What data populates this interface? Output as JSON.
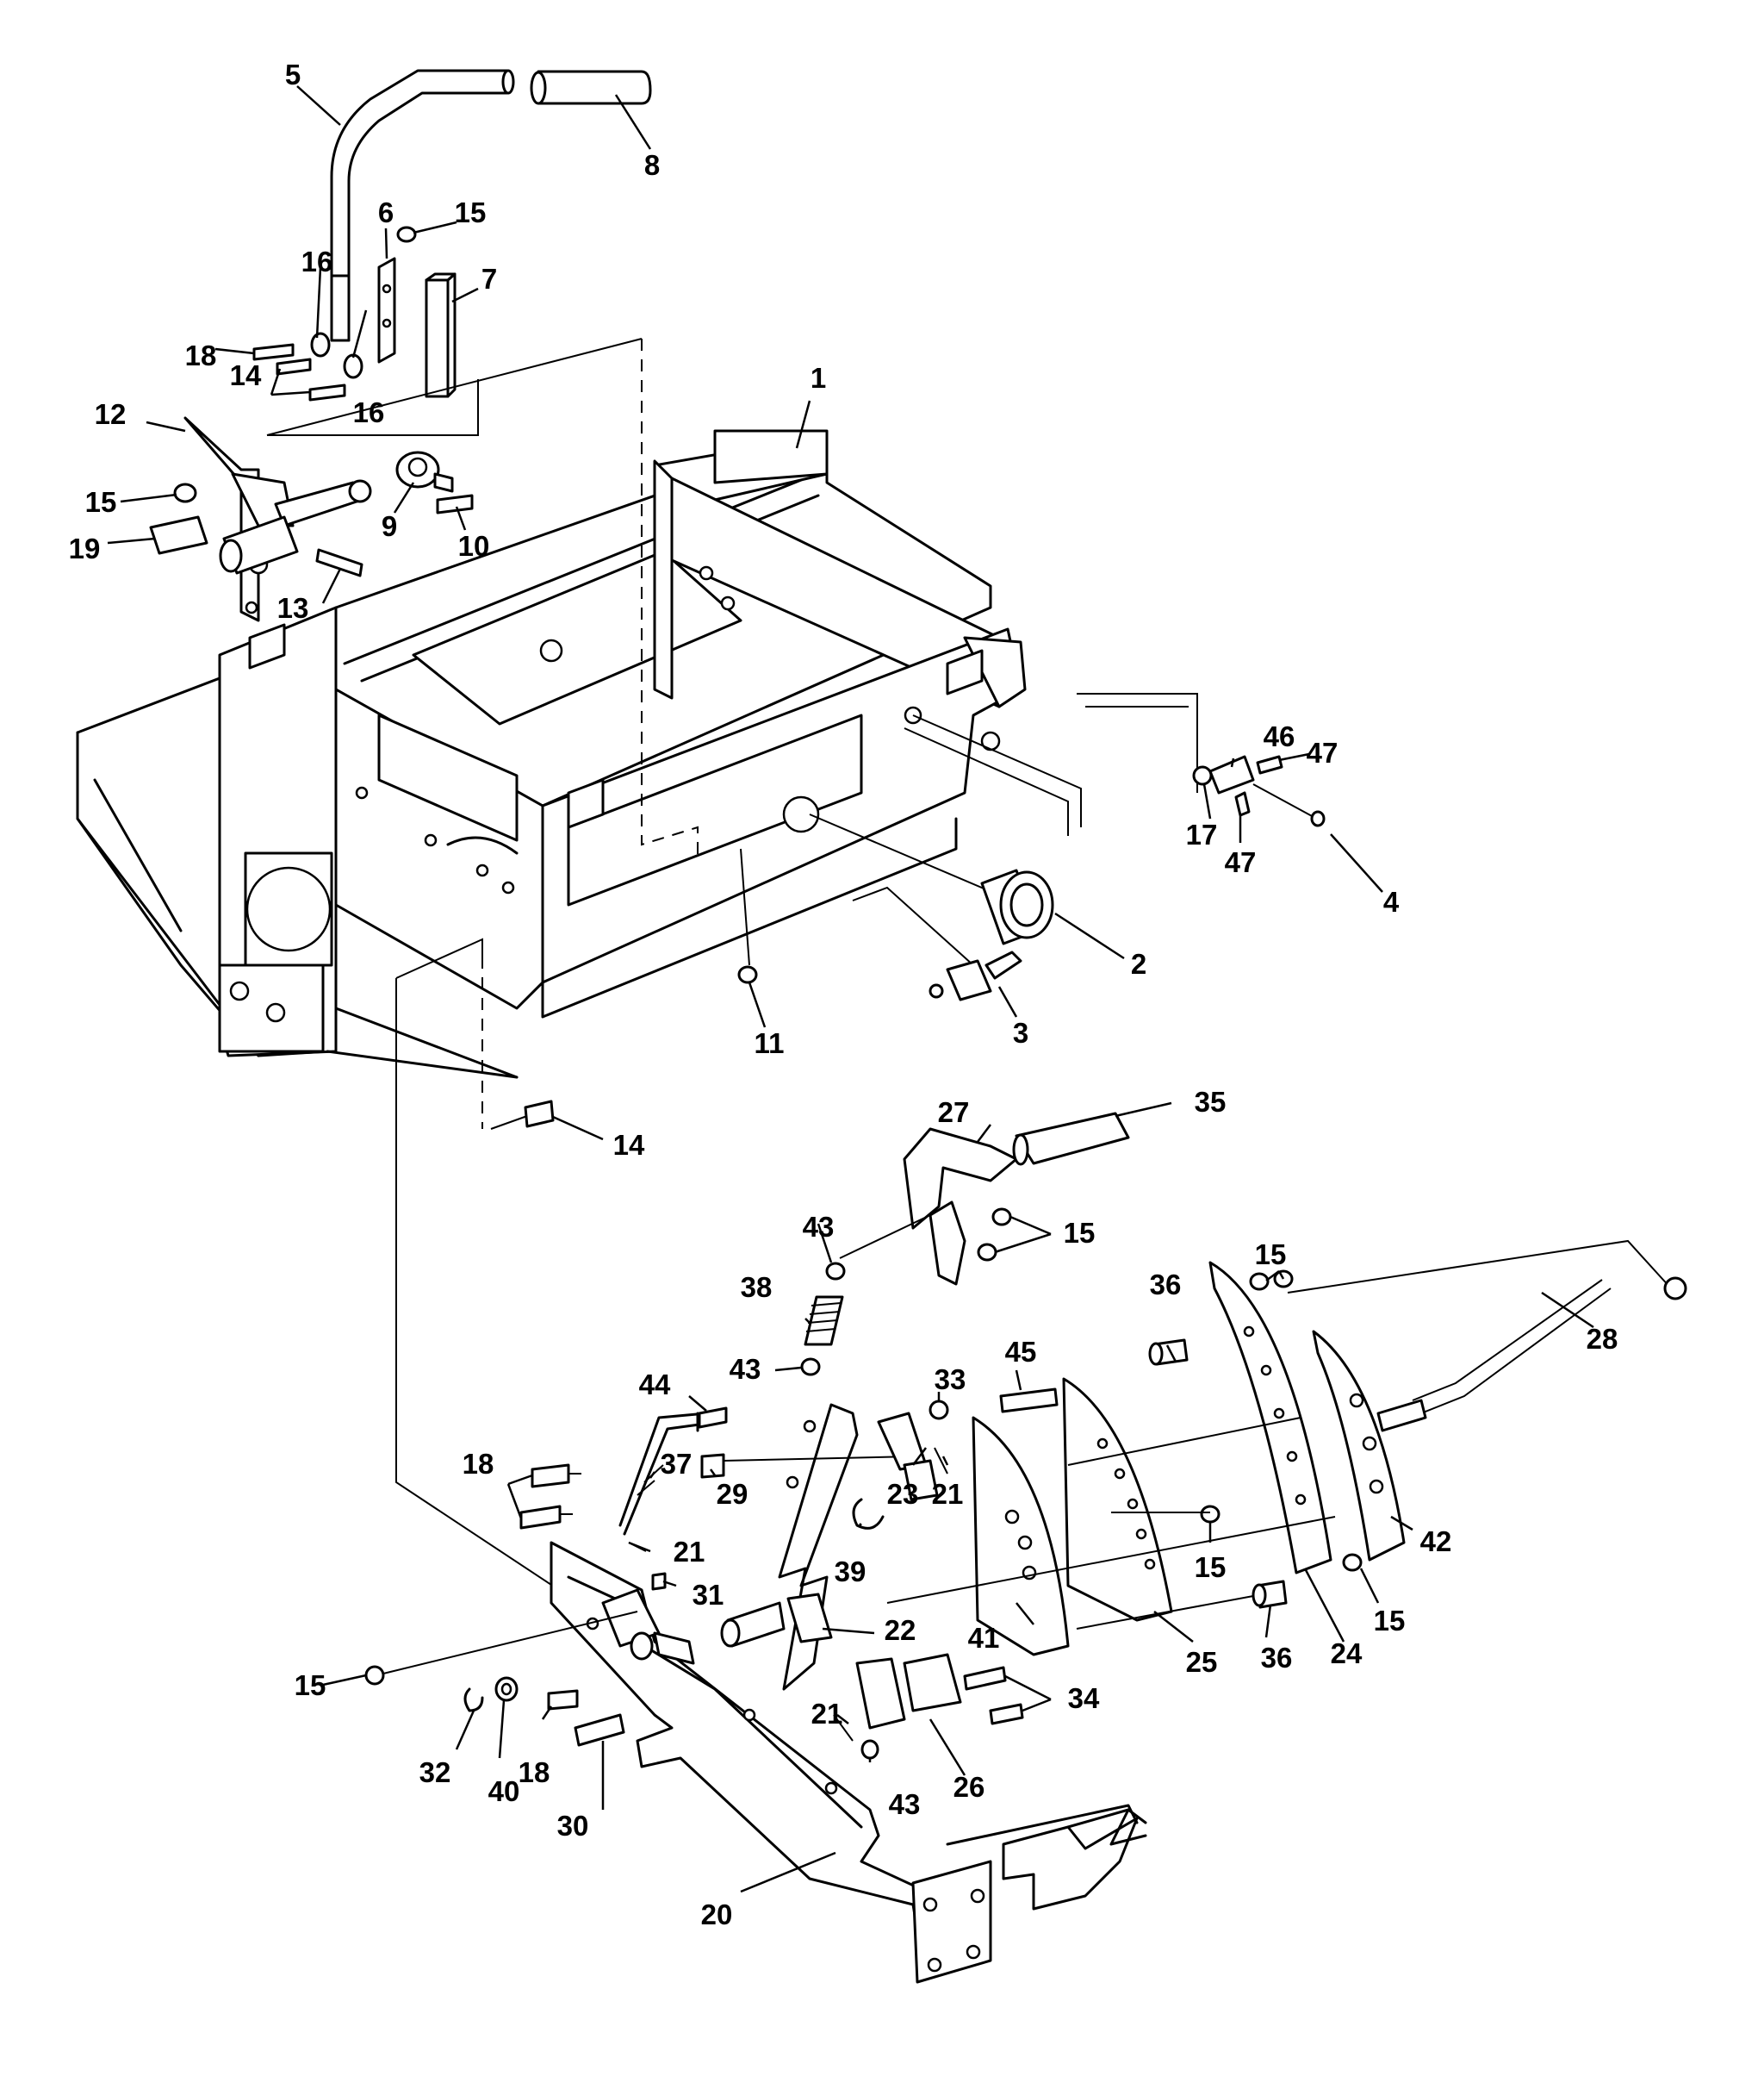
{
  "callouts": [
    {
      "id": "c1",
      "label": "1"
    },
    {
      "id": "c2",
      "label": "2"
    },
    {
      "id": "c3",
      "label": "3"
    },
    {
      "id": "c4",
      "label": "4"
    },
    {
      "id": "c5",
      "label": "5"
    },
    {
      "id": "c6",
      "label": "6"
    },
    {
      "id": "c7",
      "label": "7"
    },
    {
      "id": "c8",
      "label": "8"
    },
    {
      "id": "c9",
      "label": "9"
    },
    {
      "id": "c10",
      "label": "10"
    },
    {
      "id": "c11",
      "label": "11"
    },
    {
      "id": "c12",
      "label": "12"
    },
    {
      "id": "c13",
      "label": "13"
    },
    {
      "id": "c14a",
      "label": "14"
    },
    {
      "id": "c14b",
      "label": "14"
    },
    {
      "id": "c15a",
      "label": "15"
    },
    {
      "id": "c15b",
      "label": "15"
    },
    {
      "id": "c15c",
      "label": "15"
    },
    {
      "id": "c15d",
      "label": "15"
    },
    {
      "id": "c15e",
      "label": "15"
    },
    {
      "id": "c15f",
      "label": "15"
    },
    {
      "id": "c15g",
      "label": "15"
    },
    {
      "id": "c16a",
      "label": "16"
    },
    {
      "id": "c16b",
      "label": "16"
    },
    {
      "id": "c17",
      "label": "17"
    },
    {
      "id": "c18a",
      "label": "18"
    },
    {
      "id": "c18b",
      "label": "18"
    },
    {
      "id": "c18c",
      "label": "18"
    },
    {
      "id": "c19",
      "label": "19"
    },
    {
      "id": "c20",
      "label": "20"
    },
    {
      "id": "c21a",
      "label": "21"
    },
    {
      "id": "c21b",
      "label": "21"
    },
    {
      "id": "c21c",
      "label": "21"
    },
    {
      "id": "c22",
      "label": "22"
    },
    {
      "id": "c23",
      "label": "23"
    },
    {
      "id": "c24",
      "label": "24"
    },
    {
      "id": "c25",
      "label": "25"
    },
    {
      "id": "c26",
      "label": "26"
    },
    {
      "id": "c27",
      "label": "27"
    },
    {
      "id": "c28",
      "label": "28"
    },
    {
      "id": "c29",
      "label": "29"
    },
    {
      "id": "c30",
      "label": "30"
    },
    {
      "id": "c31",
      "label": "31"
    },
    {
      "id": "c32",
      "label": "32"
    },
    {
      "id": "c33",
      "label": "33"
    },
    {
      "id": "c34",
      "label": "34"
    },
    {
      "id": "c35",
      "label": "35"
    },
    {
      "id": "c36a",
      "label": "36"
    },
    {
      "id": "c36b",
      "label": "36"
    },
    {
      "id": "c37",
      "label": "37"
    },
    {
      "id": "c38",
      "label": "38"
    },
    {
      "id": "c39",
      "label": "39"
    },
    {
      "id": "c40",
      "label": "40"
    },
    {
      "id": "c41",
      "label": "41"
    },
    {
      "id": "c42",
      "label": "42"
    },
    {
      "id": "c43a",
      "label": "43"
    },
    {
      "id": "c43b",
      "label": "43"
    },
    {
      "id": "c43c",
      "label": "43"
    },
    {
      "id": "c44",
      "label": "44"
    },
    {
      "id": "c45",
      "label": "45"
    },
    {
      "id": "c46",
      "label": "46"
    },
    {
      "id": "c47a",
      "label": "47"
    },
    {
      "id": "c47b",
      "label": "47"
    }
  ]
}
